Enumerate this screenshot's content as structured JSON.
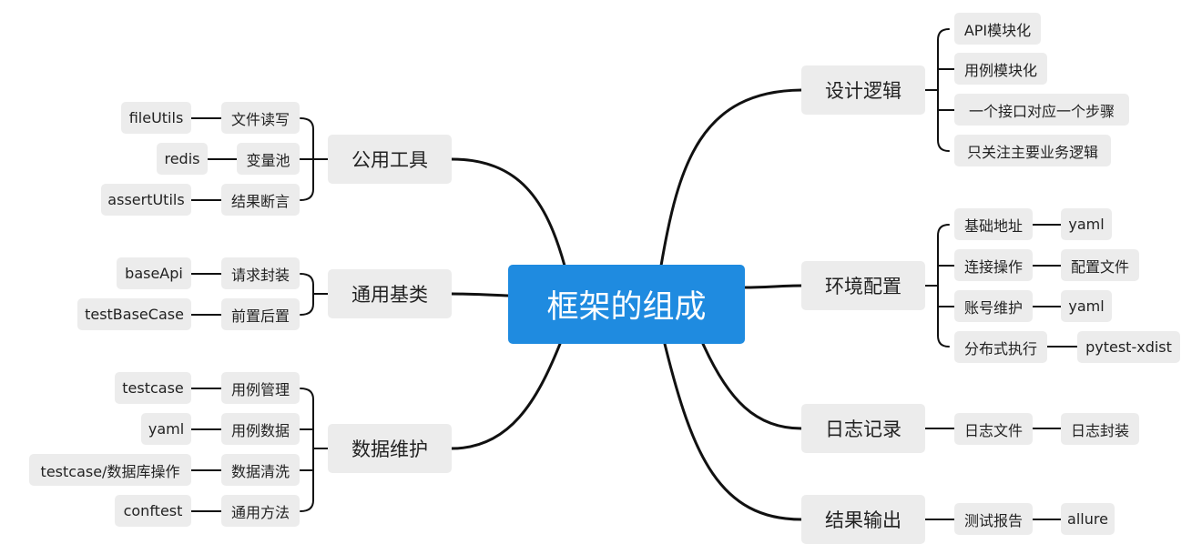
{
  "root": {
    "label": "框架的组成"
  },
  "colors": {
    "root_fill": "#1f8be0",
    "node_fill": "#ececec",
    "line": "#111111",
    "text": "#222222"
  },
  "branches": [
    {
      "id": "design",
      "label": "设计逻辑",
      "children": [
        {
          "label": "API模块化"
        },
        {
          "label": "用例模块化"
        },
        {
          "label": "一个接口对应一个步骤"
        },
        {
          "label": "只关注主要业务逻辑"
        }
      ]
    },
    {
      "id": "env",
      "label": "环境配置",
      "children": [
        {
          "label": "基础地址",
          "child": "yaml"
        },
        {
          "label": "连接操作",
          "child": "配置文件"
        },
        {
          "label": "账号维护",
          "child": "yaml"
        },
        {
          "label": "分布式执行",
          "child": "pytest-xdist"
        }
      ]
    },
    {
      "id": "log",
      "label": "日志记录",
      "children": [
        {
          "label": "日志文件",
          "child": "日志封装"
        }
      ]
    },
    {
      "id": "result",
      "label": "结果输出",
      "children": [
        {
          "label": "测试报告",
          "child": "allure"
        }
      ]
    },
    {
      "id": "tools",
      "label": "公用工具",
      "children": [
        {
          "label": "文件读写",
          "child": "fileUtils"
        },
        {
          "label": "变量池",
          "child": "redis"
        },
        {
          "label": "结果断言",
          "child": "assertUtils"
        }
      ]
    },
    {
      "id": "base",
      "label": "通用基类",
      "children": [
        {
          "label": "请求封装",
          "child": "baseApi"
        },
        {
          "label": "前置后置",
          "child": "testBaseCase"
        }
      ]
    },
    {
      "id": "data",
      "label": "数据维护",
      "children": [
        {
          "label": "用例管理",
          "child": "testcase"
        },
        {
          "label": "用例数据",
          "child": "yaml"
        },
        {
          "label": "数据清洗",
          "child": "testcase/数据库操作"
        },
        {
          "label": "通用方法",
          "child": "conftest"
        }
      ]
    }
  ]
}
